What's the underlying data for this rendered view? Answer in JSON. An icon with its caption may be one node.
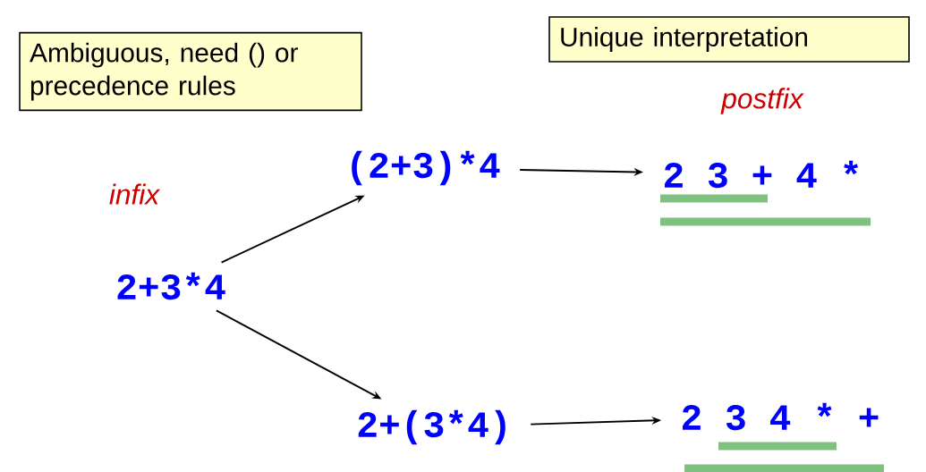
{
  "diagram": {
    "nodes": [
      {
        "text": [
          "Ambiguous, need () or precedence rules"
        ]
      },
      {
        "text": [
          "Unique interpretation"
        ]
      },
      {
        "text": [
          "2+3*4"
        ]
      },
      {
        "text": [
          "(2+3)*4"
        ]
      },
      {
        "text": [
          "2+(3*4)"
        ]
      },
      {
        "text": [
          "2 3 + 4 *"
        ]
      },
      {
        "text": [
          "2 3 4 * +"
        ]
      }
    ],
    "edges": [
      {
        "from": 2,
        "to": 3,
        "arrow": "to"
      },
      {
        "from": 2,
        "to": 4,
        "arrow": "to"
      },
      {
        "from": 3,
        "to": 5,
        "arrow": "to"
      },
      {
        "from": 4,
        "to": 6,
        "arrow": "to"
      }
    ],
    "labels": [
      "postfix",
      "infix"
    ]
  }
}
